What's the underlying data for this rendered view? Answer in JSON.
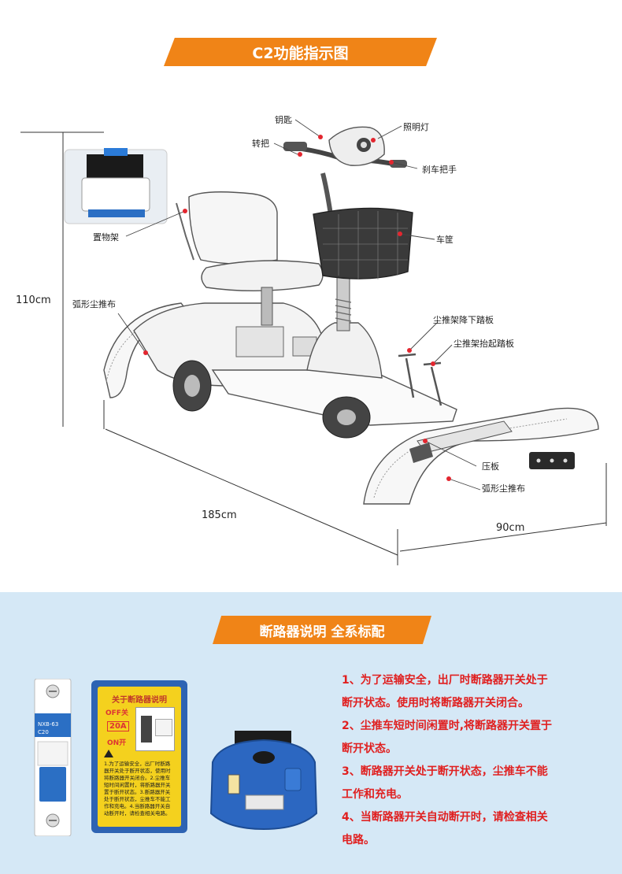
{
  "section1": {
    "title": "C2功能指示图",
    "labels": {
      "key": "钥匙",
      "headlight": "照明灯",
      "handlebar": "转把",
      "brake": "刹车把手",
      "shelf": "置物架",
      "basket": "车筐",
      "arc_left": "弧形尘推布",
      "lower_pedal": "尘推架降下踏板",
      "raise_pedal": "尘推架抬起踏板",
      "press_plate": "压板",
      "arc_right": "弧形尘推布"
    },
    "dimensions": {
      "height": "110cm",
      "length": "185cm",
      "width": "90cm"
    }
  },
  "section2": {
    "title": "断路器说明 全系标配",
    "breaker_model": "NXB-63",
    "breaker_rating": "C20",
    "notice": {
      "title": "关于断路器说明",
      "off": "OFF关",
      "amp": "20A",
      "on": "ON开",
      "text": "1.为了运输安全，出厂时断路器开关处于断开状态，使用时将断路器开关闭合。2.尘推车短时间闲置时，将断路器开关置于断开状态。3.断路器开关处于断开状态，尘推车不能工作和充电。4.当断路器开关自动断开时，请检查相关电路。"
    },
    "notes": [
      "1、为了运输安全，出厂时断路器开关处于",
      "断开状态。使用时将断路器开关闭合。",
      "2、尘推车短时间闲置时,将断路器开关置于",
      "断开状态。",
      "3、断路器开关处于断开状态，尘推车不能",
      "工作和充电。",
      "4、当断路器开关自动断开时，请检查相关",
      "电路。"
    ]
  },
  "colors": {
    "banner": "#f08417",
    "bottom_bg": "#d5e8f6",
    "note_text": "#e02020",
    "marker": "#e3262f"
  }
}
